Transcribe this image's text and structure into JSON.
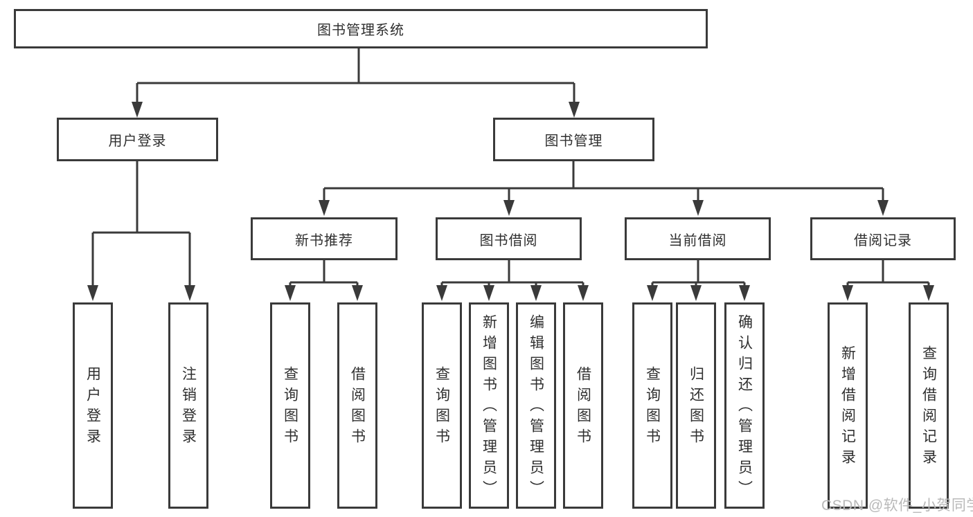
{
  "diagram": {
    "root": {
      "label": "图书管理系统"
    },
    "user": {
      "label": "用户登录",
      "children": [
        {
          "label": "用户登录"
        },
        {
          "label": "注销登录"
        }
      ]
    },
    "book": {
      "label": "图书管理",
      "sections": [
        {
          "label": "新书推荐",
          "children": [
            {
              "label": "查询图书"
            },
            {
              "label": "借阅图书"
            }
          ]
        },
        {
          "label": "图书借阅",
          "children": [
            {
              "label": "查询图书"
            },
            {
              "label": "新增图书（管理员）"
            },
            {
              "label": "编辑图书（管理员）"
            },
            {
              "label": "借阅图书"
            }
          ]
        },
        {
          "label": "当前借阅",
          "children": [
            {
              "label": "查询图书"
            },
            {
              "label": "归还图书"
            },
            {
              "label": "确认归还（管理员）"
            }
          ]
        },
        {
          "label": "借阅记录",
          "children": [
            {
              "label": "新增借阅记录"
            },
            {
              "label": "查询借阅记录"
            }
          ]
        }
      ]
    }
  },
  "watermark": {
    "text": "CSDN @软件_小贺同学"
  }
}
